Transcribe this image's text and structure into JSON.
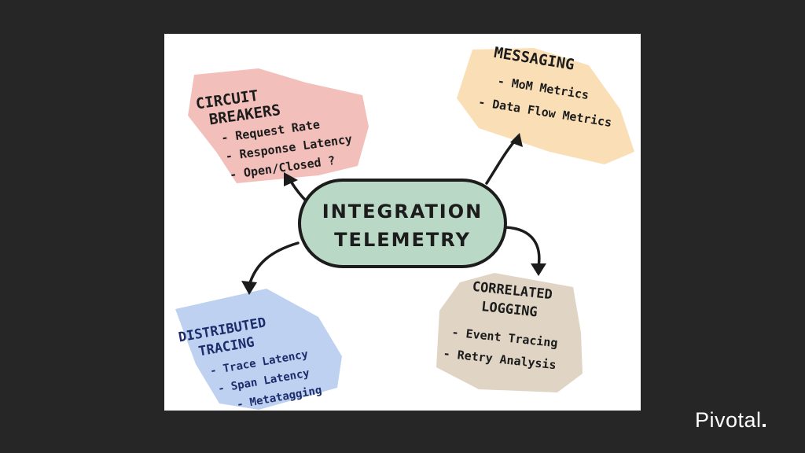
{
  "center": {
    "line1": "INTEGRATION",
    "line2": "TELEMETRY"
  },
  "nodes": {
    "circuit_breakers": {
      "title_line1": "CIRCUIT",
      "title_line2": "BREAKERS",
      "items": [
        "- Request Rate",
        "- Response Latency",
        "- Open/Closed ?"
      ]
    },
    "messaging": {
      "title": "MESSAGING",
      "items": [
        "- MoM Metrics",
        "- Data Flow Metrics"
      ]
    },
    "distributed_tracing": {
      "title_line1": "DISTRIBUTED",
      "title_line2": "TRACING",
      "items": [
        "- Trace Latency",
        "- Span Latency",
        "- Metatagging"
      ]
    },
    "correlated_logging": {
      "title_line1": "CORRELATED",
      "title_line2": "LOGGING",
      "items": [
        "- Event Tracing",
        "- Retry Analysis"
      ]
    }
  },
  "colors": {
    "slide_background": "#262626",
    "card": "#ffffff",
    "center_fill": "#b9d8c6",
    "circuit_fill": "#f2b8b4",
    "messaging_fill": "#fadcae",
    "tracing_fill": "#b7ccef",
    "logging_fill": "#ddd0bf",
    "ink": "#1c1c1c"
  },
  "brand": {
    "logo_text": "Pivotal"
  }
}
